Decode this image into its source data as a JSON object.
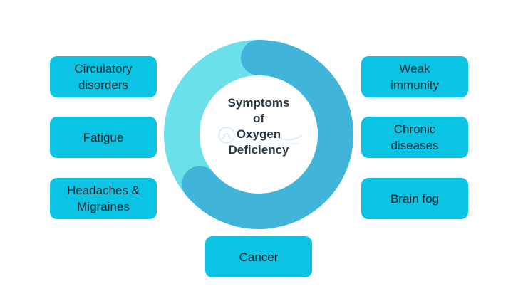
{
  "diagram": {
    "center_label": "Symptoms\nof\nOxygen\nDeficiency",
    "colors": {
      "box_fill": "#0bc3e3",
      "ring_light": "#6ce0ea",
      "ring_dark": "#40b4d9",
      "center_fill": "#ffffff",
      "text": "#1f2a33"
    },
    "symptoms": [
      {
        "label": "Circulatory\ndisorders"
      },
      {
        "label": "Fatigue"
      },
      {
        "label": "Headaches &\nMigraines"
      },
      {
        "label": "Weak\nimmunity"
      },
      {
        "label": "Chronic\ndiseases"
      },
      {
        "label": "Brain fog"
      },
      {
        "label": "Cancer"
      }
    ]
  }
}
